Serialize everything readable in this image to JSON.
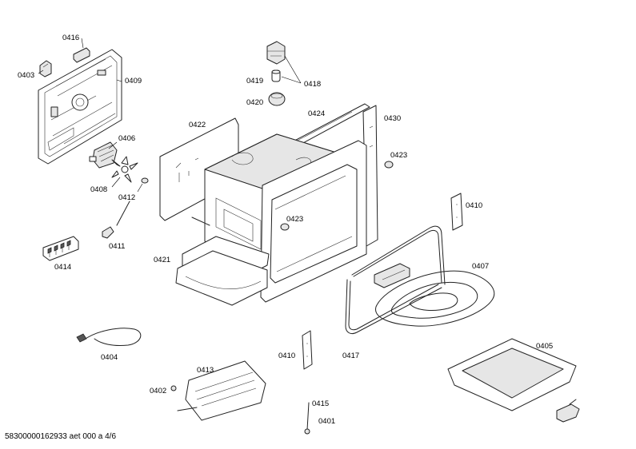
{
  "diagram": {
    "labels": {
      "p0401": "0401",
      "p0402": "0402",
      "p0403": "0403",
      "p0404": "0404",
      "p0405": "0405",
      "p0406": "0406",
      "p0407": "0407",
      "p0408": "0408",
      "p0409": "0409",
      "p0410a": "0410",
      "p0410b": "0410",
      "p0411": "0411",
      "p0412": "0412",
      "p0413": "0413",
      "p0414": "0414",
      "p0415": "0415",
      "p0416": "0416",
      "p0417": "0417",
      "p0418": "0418",
      "p0419": "0419",
      "p0420": "0420",
      "p0421": "0421",
      "p0422": "0422",
      "p0423a": "0423",
      "p0423b": "0423",
      "p0424": "0424",
      "p0430": "0430"
    },
    "footer": "58300000162933 aet 000 a 4/6"
  }
}
